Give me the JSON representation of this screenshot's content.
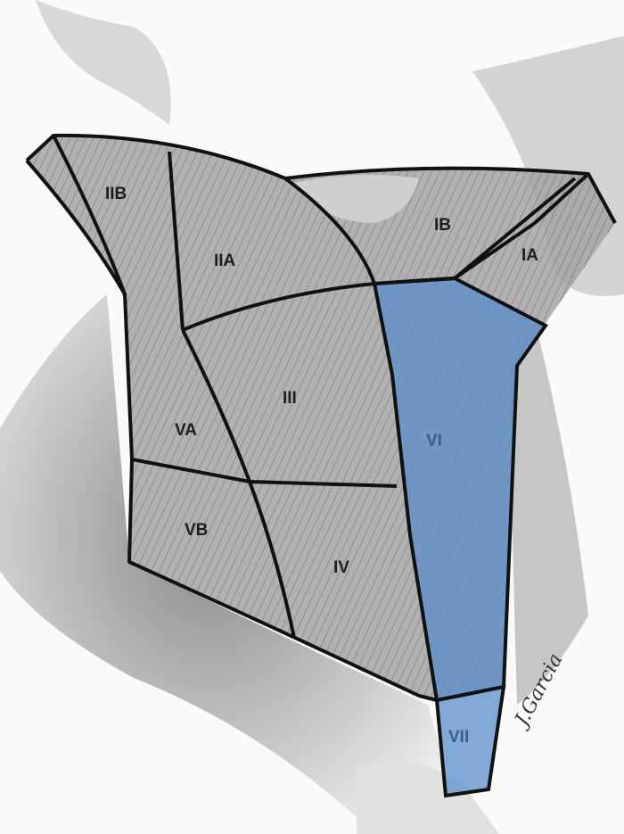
{
  "title": "Neck lymph node levels",
  "levels": {
    "IIB": "IIB",
    "IIA": "IIA",
    "IB": "IB",
    "IA": "IA",
    "III": "III",
    "VA": "VA",
    "VB": "VB",
    "IV": "IV",
    "VI": "VI",
    "VII": "VII"
  },
  "signature": "J.Garcia",
  "colors": {
    "highlight": "#5b8fc9",
    "outline": "#111111",
    "tissue": "#9a9a9a"
  }
}
